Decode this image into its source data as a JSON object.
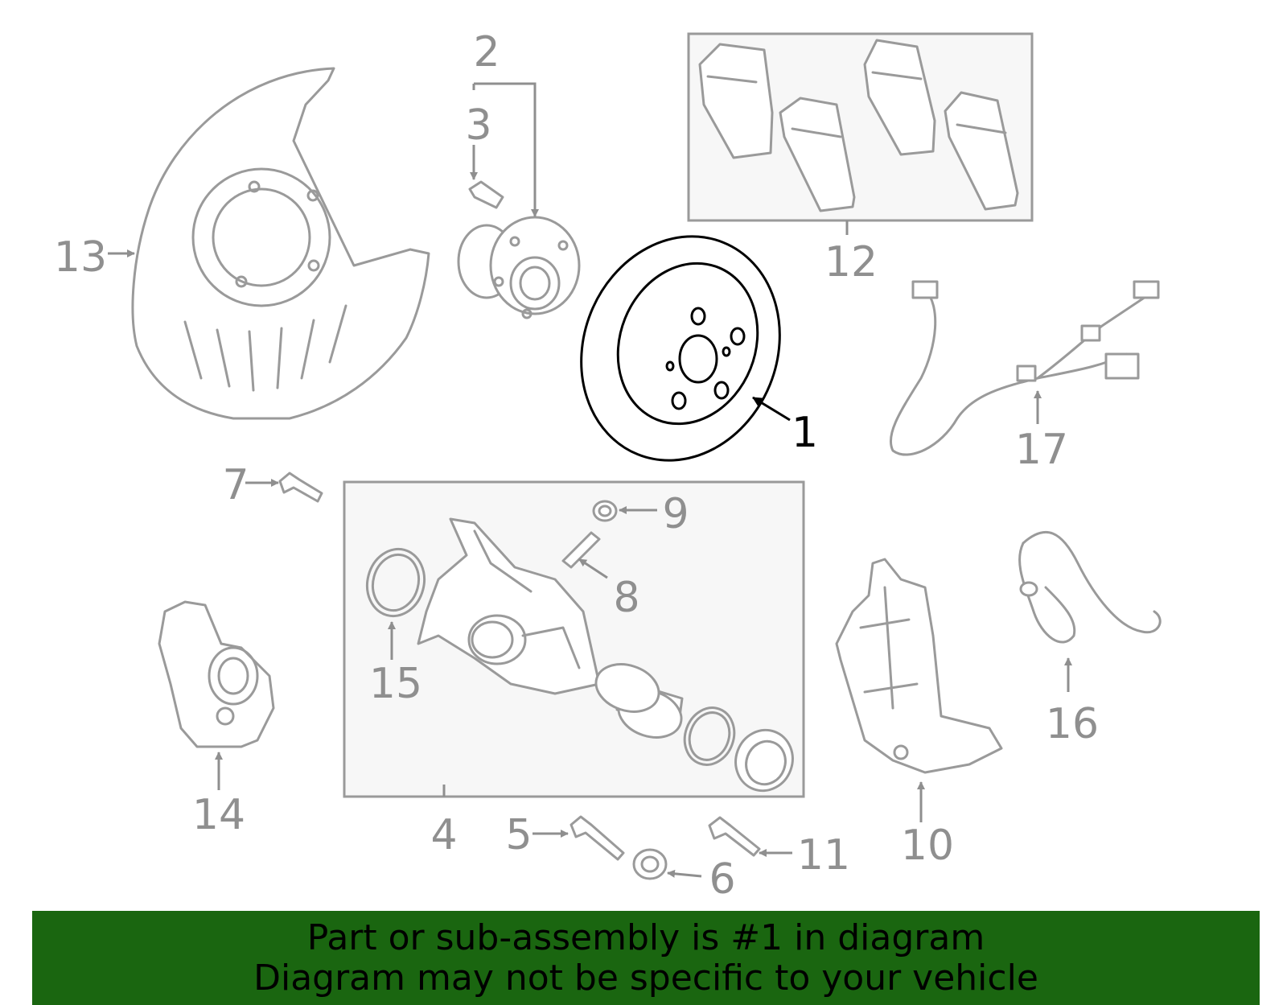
{
  "callouts": [
    {
      "id": "1",
      "label": "1"
    },
    {
      "id": "2",
      "label": "2"
    },
    {
      "id": "3",
      "label": "3"
    },
    {
      "id": "4",
      "label": "4"
    },
    {
      "id": "5",
      "label": "5"
    },
    {
      "id": "6",
      "label": "6"
    },
    {
      "id": "7",
      "label": "7"
    },
    {
      "id": "8",
      "label": "8"
    },
    {
      "id": "9",
      "label": "9"
    },
    {
      "id": "10",
      "label": "10"
    },
    {
      "id": "11",
      "label": "11"
    },
    {
      "id": "12",
      "label": "12"
    },
    {
      "id": "13",
      "label": "13"
    },
    {
      "id": "14",
      "label": "14"
    },
    {
      "id": "15",
      "label": "15"
    },
    {
      "id": "16",
      "label": "16"
    },
    {
      "id": "17",
      "label": "17"
    }
  ],
  "highlighted_part": "1",
  "banner": {
    "line1": "Part or sub-assembly is #1 in diagram",
    "line2": "Diagram may not be specific to your vehicle",
    "background_color": "#1a6610"
  },
  "colors": {
    "highlight": "#000000",
    "parts": "#9a9a9a",
    "labels": "#8f8f8f"
  }
}
